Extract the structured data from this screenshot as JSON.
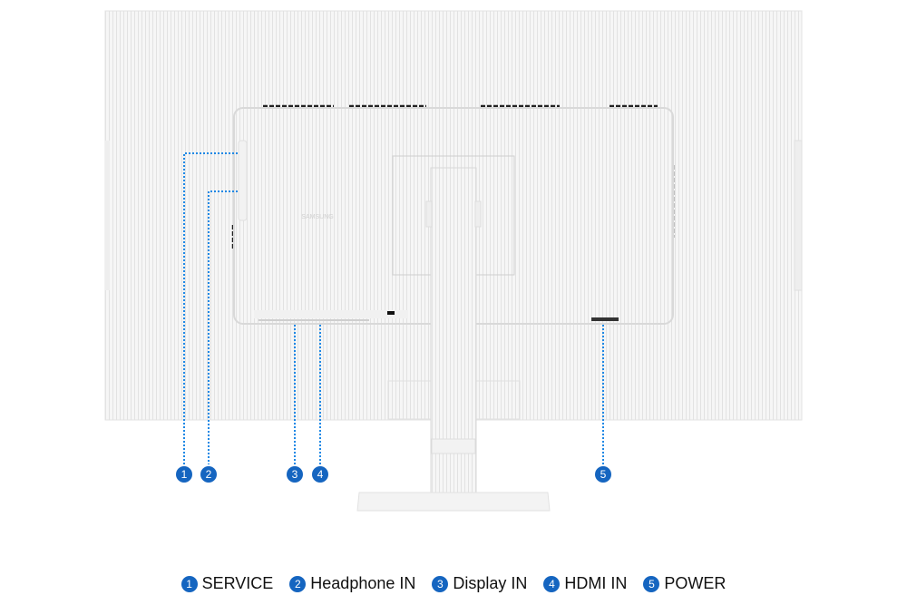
{
  "image": {
    "logo_text": "SAMSUNG",
    "accent_color": "#1565c0"
  },
  "callouts": [
    {
      "number": "1",
      "label": "SERVICE"
    },
    {
      "number": "2",
      "label": "Headphone IN"
    },
    {
      "number": "3",
      "label": "Display IN"
    },
    {
      "number": "4",
      "label": "HDMI IN"
    },
    {
      "number": "5",
      "label": "POWER"
    }
  ]
}
